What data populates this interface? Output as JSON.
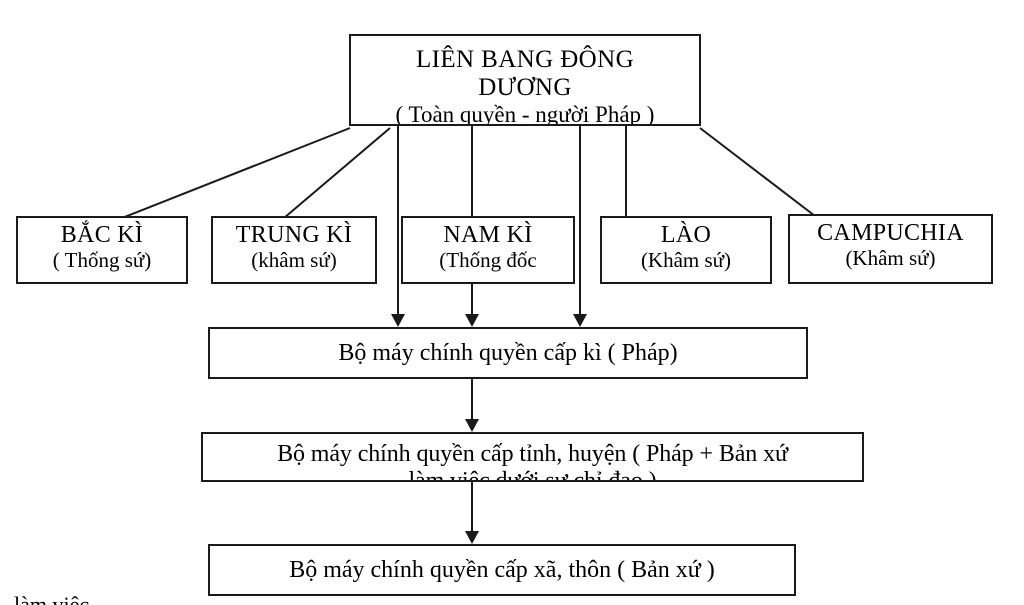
{
  "diagram": {
    "title_text": "LIÊN BANG ĐÔNG DƯƠNG",
    "root": {
      "line1": "LIÊN BANG ĐÔNG",
      "line2": "DƯƠNG",
      "line3": "( Toàn quyền - người Pháp )"
    },
    "regions": [
      {
        "name": "BẮC KÌ",
        "official": "( Thống sứ)"
      },
      {
        "name": "TRUNG KÌ",
        "official": "(khâm sứ)"
      },
      {
        "name": "NAM KÌ",
        "official": "(Thống  đốc"
      },
      {
        "name": "LÀO",
        "official": "(Khâm sứ)"
      },
      {
        "name": "CAMPUCHIA",
        "official": "(Khâm sứ)"
      }
    ],
    "levels": [
      {
        "label": "Bộ máy chính quyền cấp kì ( Pháp)"
      },
      {
        "label": "Bộ máy chính quyền cấp tỉnh, huyện ( Pháp + Bản  xứ",
        "label2": "làm việc dưới sự chỉ đạo )"
      },
      {
        "label": "Bộ máy chính quyền cấp xã, thôn ( Bản xứ )"
      }
    ],
    "stray_text": "làm việc",
    "colors": {
      "stroke": "#1a1a1a",
      "background": "#ffffff",
      "text": "#000000"
    }
  }
}
